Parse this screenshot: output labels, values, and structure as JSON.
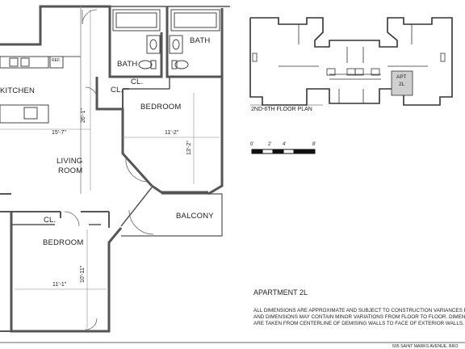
{
  "rooms": {
    "kitchen": "KITCHEN",
    "living": "LIVING",
    "room": "ROOM",
    "bedroom_upper": "BEDROOM",
    "bedroom_lower": "BEDROOM",
    "bath_left": "BATH",
    "bath_right": "BATH",
    "closet_upper": "CL.",
    "closet_lower": "CL.",
    "balcony": "BALCONY",
    "ref": "REF."
  },
  "dimensions": {
    "kitchen_width": "15'-7\"",
    "living_length": "26'-1\"",
    "bedroom_upper_width": "11'-2\"",
    "bedroom_upper_length": "13'-2\"",
    "bedroom_lower_width": "11'-1\"",
    "bedroom_lower_length": "10'-11\""
  },
  "key_plan": {
    "title": "2ND-6TH FLOOR PLAN",
    "unit_line1": "APT",
    "unit_line2": "2L"
  },
  "scale_bar": {
    "labels": [
      "0'",
      "2'",
      "4'",
      "8'"
    ]
  },
  "apartment_title": "APARTMENT 2L",
  "disclaimer_lines": [
    "ALL DIMENSIONS ARE APPROXIMATE AND SUBJECT TO CONSTRUCTION VARIANCES PLANS",
    "AND DIMENSIONS MAY CONTAIN MINOR VARIATIONS FROM FLOOR TO FLOOR. DIMENSIONS",
    "ARE TAKEN FROM CENTERLINE OF DEMISING WALLS TO FACE OF EXTERIOR WALLS."
  ],
  "footer_address": "505 SAINT MARKS AVENUE, BRO",
  "colors": {
    "wall": "#555555",
    "line": "#333333",
    "tint": "#cfcfcf"
  }
}
